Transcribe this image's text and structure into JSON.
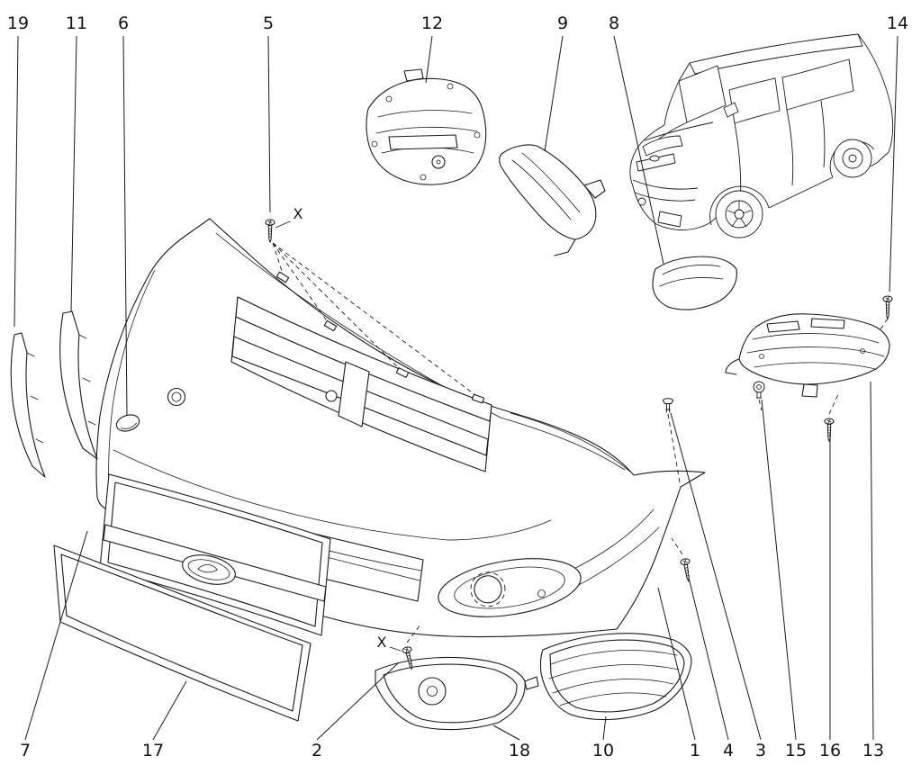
{
  "figure": {
    "kind": "exploded-parts-diagram",
    "background": "#ffffff",
    "line_color": "#1a1a1a"
  },
  "callouts": [
    {
      "label": "19"
    },
    {
      "label": "11"
    },
    {
      "label": "6"
    },
    {
      "label": "5"
    },
    {
      "label": "12"
    },
    {
      "label": "9"
    },
    {
      "label": "8"
    },
    {
      "label": "14"
    },
    {
      "label": "7"
    },
    {
      "label": "17"
    },
    {
      "label": "2"
    },
    {
      "label": "18"
    },
    {
      "label": "10"
    },
    {
      "label": "1"
    },
    {
      "label": "4"
    },
    {
      "label": "3"
    },
    {
      "label": "15"
    },
    {
      "label": "16"
    },
    {
      "label": "13"
    }
  ],
  "x_markers": [
    {
      "label": "X"
    },
    {
      "label": "X"
    }
  ]
}
